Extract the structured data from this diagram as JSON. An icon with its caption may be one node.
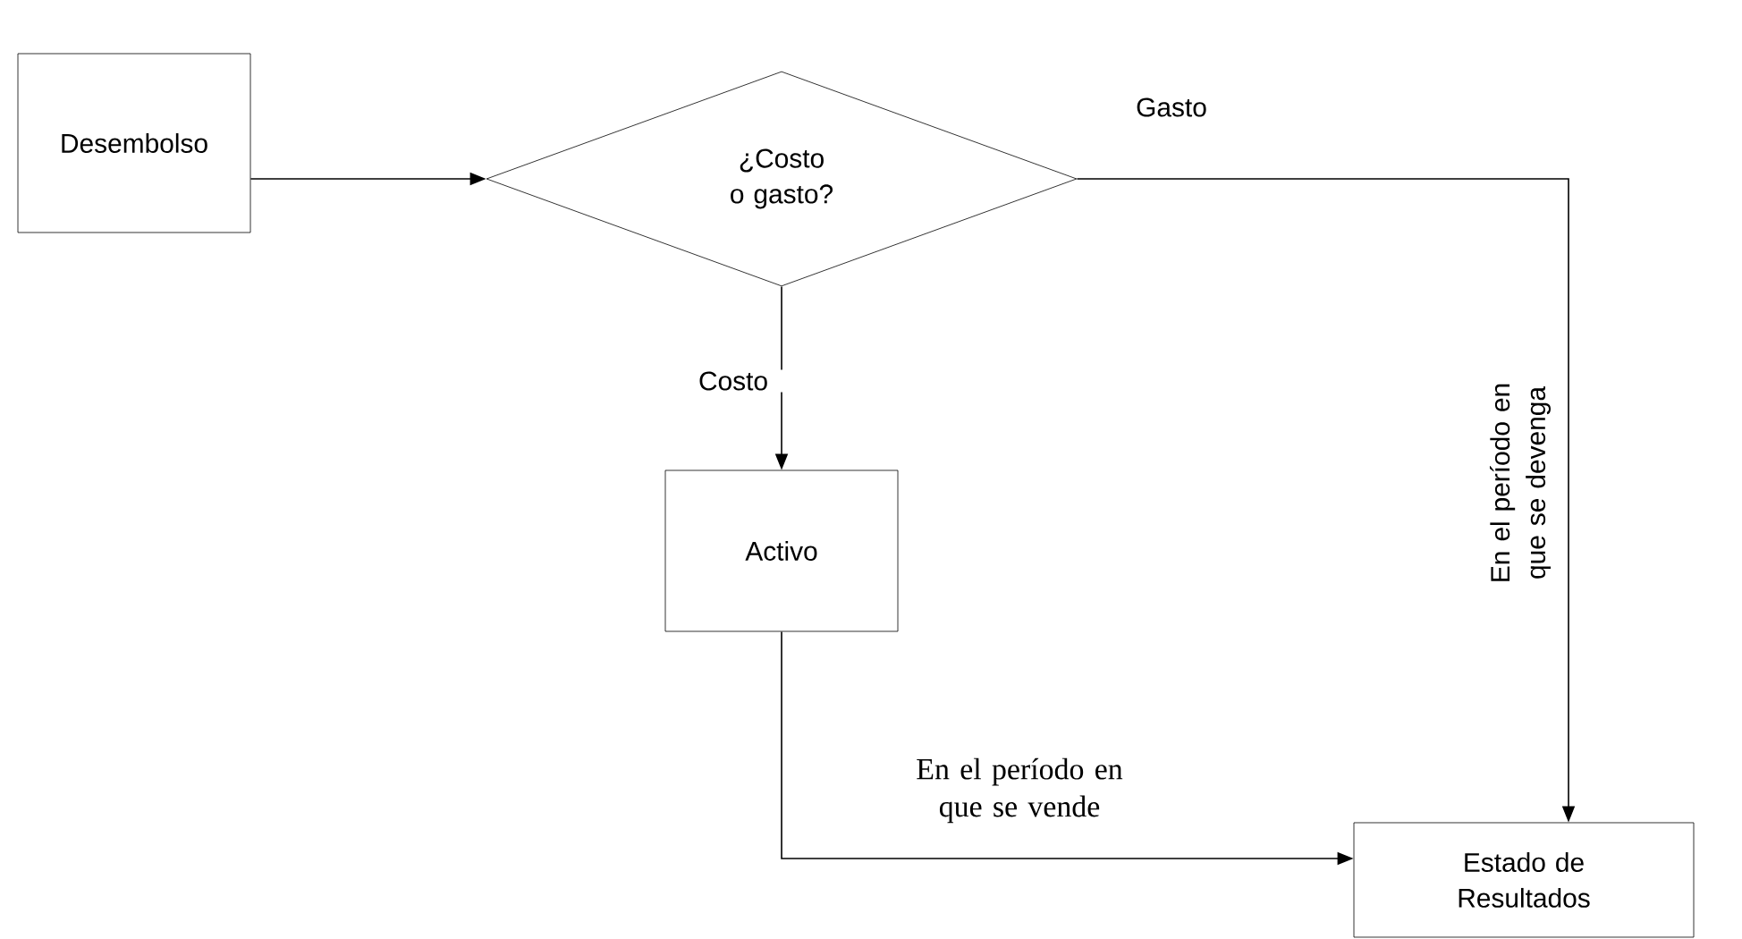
{
  "diagram": {
    "nodes": [
      {
        "text": [
          "Desembolso"
        ]
      },
      {
        "text": [
          "¿Costo o gasto?"
        ]
      },
      {
        "text": [
          "Activo"
        ]
      },
      {
        "text": [
          "Estado de Resultados"
        ]
      }
    ],
    "edges": [
      {
        "from": 0,
        "to": 1,
        "arrow": "to"
      },
      {
        "from": 1,
        "to": 2,
        "arrow": "to",
        "label": "Costo"
      },
      {
        "from": 1,
        "to": 3,
        "arrow": "to",
        "label": "Gasto"
      },
      {
        "from": 2,
        "to": 3,
        "arrow": "to",
        "label": "En el período en que se vende"
      }
    ],
    "labels": [
      "En el período en que se devenga"
    ]
  }
}
